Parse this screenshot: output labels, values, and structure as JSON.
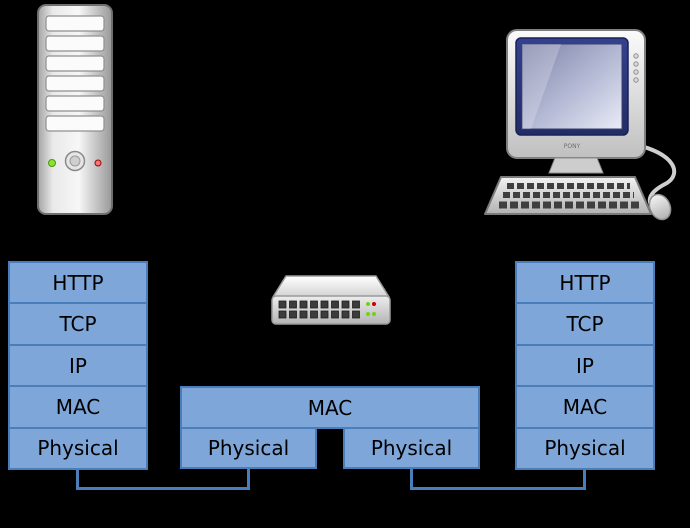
{
  "colors": {
    "background": "#000000",
    "box_fill": "#7ea6d9",
    "box_border": "#4a7ebb",
    "connector_line": "#4a7ebb",
    "label_text": "#000000"
  },
  "left_stack": {
    "layers": [
      "HTTP",
      "TCP",
      "IP",
      "MAC",
      "Physical"
    ]
  },
  "switch_stack": {
    "mac_layer": "MAC",
    "physical_left": "Physical",
    "physical_right": "Physical"
  },
  "right_stack": {
    "layers": [
      "HTTP",
      "TCP",
      "IP",
      "MAC",
      "Physical"
    ]
  },
  "devices": {
    "server": {
      "icon": "server-icon"
    },
    "switch": {
      "icon": "network-switch-icon"
    },
    "computer": {
      "icon": "desktop-computer-icon",
      "monitor_brand": "PONY"
    }
  }
}
